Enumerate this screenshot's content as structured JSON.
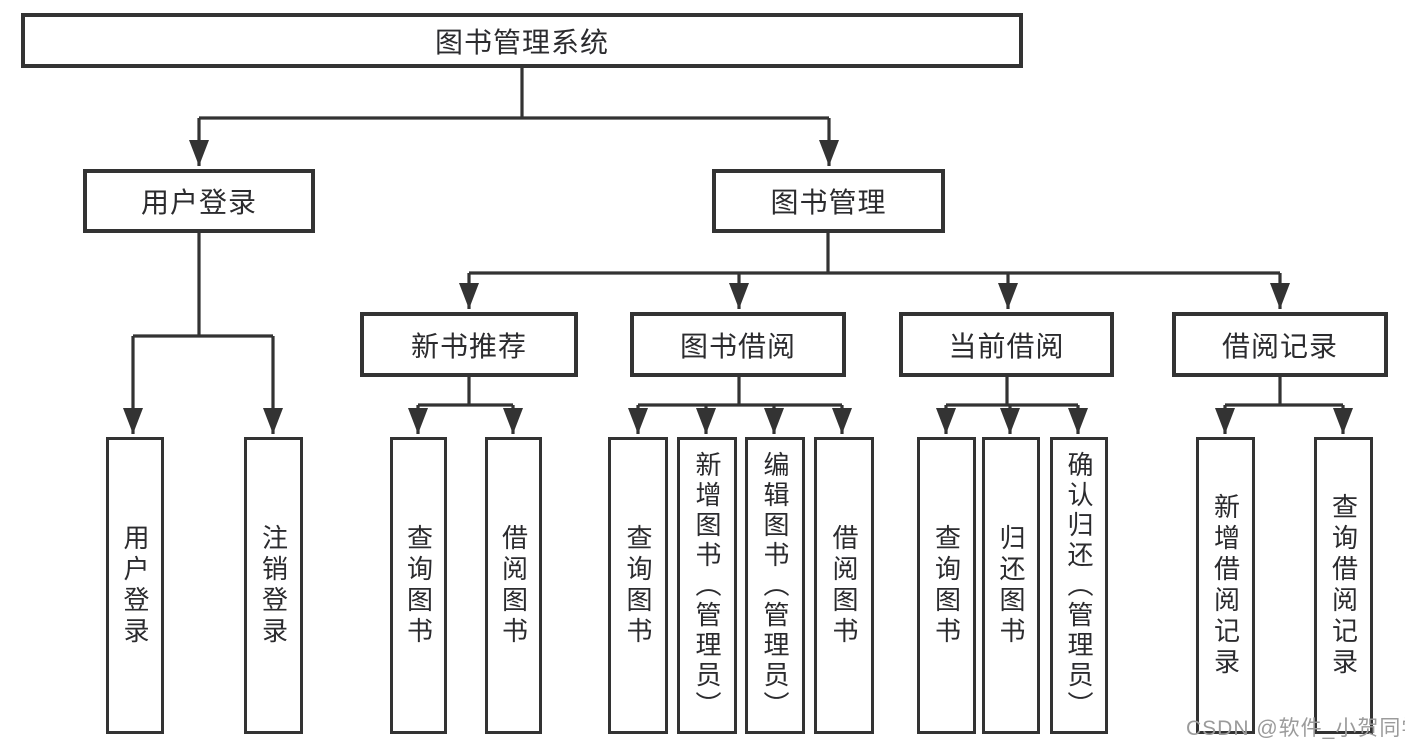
{
  "tree": {
    "label": "图书管理系统",
    "children": [
      {
        "label": "用户登录",
        "children": [
          {
            "label": "用户登录"
          },
          {
            "label": "注销登录"
          }
        ]
      },
      {
        "label": "图书管理",
        "children": [
          {
            "label": "新书推荐",
            "children": [
              {
                "label": "查询图书"
              },
              {
                "label": "借阅图书"
              }
            ]
          },
          {
            "label": "图书借阅",
            "children": [
              {
                "label": "查询图书"
              },
              {
                "label": "新增图书（管理员）"
              },
              {
                "label": "编辑图书（管理员）"
              },
              {
                "label": "借阅图书"
              }
            ]
          },
          {
            "label": "当前借阅",
            "children": [
              {
                "label": "查询图书"
              },
              {
                "label": "归还图书"
              },
              {
                "label": "确认归还（管理员）"
              }
            ]
          },
          {
            "label": "借阅记录",
            "children": [
              {
                "label": "新增借阅记录"
              },
              {
                "label": "查询借阅记录"
              }
            ]
          }
        ]
      }
    ]
  },
  "watermark": "CSDN @软件_小贺同学",
  "colors": {
    "line": "#333333",
    "text": "#2b2b2e",
    "watermark": "#9b9b9b",
    "background": "#ffffff"
  }
}
